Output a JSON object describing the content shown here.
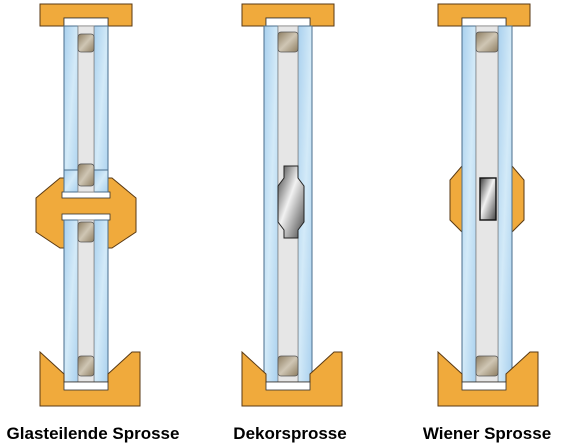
{
  "captions": {
    "glasteilende": "Glasteilende Sprosse",
    "dekor": "Dekorsprosse",
    "wiener": "Wiener Sprosse"
  },
  "colors": {
    "wood": "#F0AA3C",
    "wood_stroke": "#5A3A14",
    "glass": "#B9DAF0",
    "glass_stroke": "#4A6E8C",
    "cavity": "#E6E6E6",
    "spacer": "#9A8A6E",
    "spacer_light": "#D2D2D2",
    "bar_metal": "#C8C8C8",
    "outline": "#333333"
  }
}
